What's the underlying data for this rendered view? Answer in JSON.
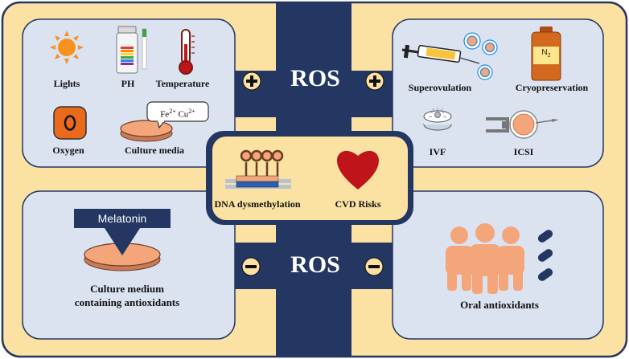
{
  "colors": {
    "background": "#fbe2a2",
    "navy": "#243662",
    "panel": "#dbe3f1",
    "orange": "#f4a57a",
    "red": "#c0141b"
  },
  "top": {
    "ros_label": "ROS",
    "sign": "plus"
  },
  "bottom": {
    "ros_label": "ROS",
    "sign": "minus"
  },
  "panels": {
    "environment": {
      "lights": "Lights",
      "ph": "PH",
      "temperature": "Temperature",
      "oxygen": "Oxygen",
      "culture_media": "Culture media",
      "ion_1": "Fe",
      "ion_1_charge": "2+",
      "ion_2": "Cu",
      "ion_2_charge": "2+"
    },
    "art": {
      "superovulation": "Superovulation",
      "cryopreservation": "Cryopreservation",
      "ivf": "IVF",
      "icsi": "ICSI",
      "n2": "N",
      "n2_sub": "2"
    },
    "outcomes": {
      "dna": "DNA dysmethylation",
      "cvd": "CVD Risks"
    },
    "culture_antioxidants": {
      "melatonin": "Melatonin",
      "line1": "Culture medium",
      "line2": "containing antioxidants"
    },
    "oral": {
      "label": "Oral antioxidants"
    }
  }
}
